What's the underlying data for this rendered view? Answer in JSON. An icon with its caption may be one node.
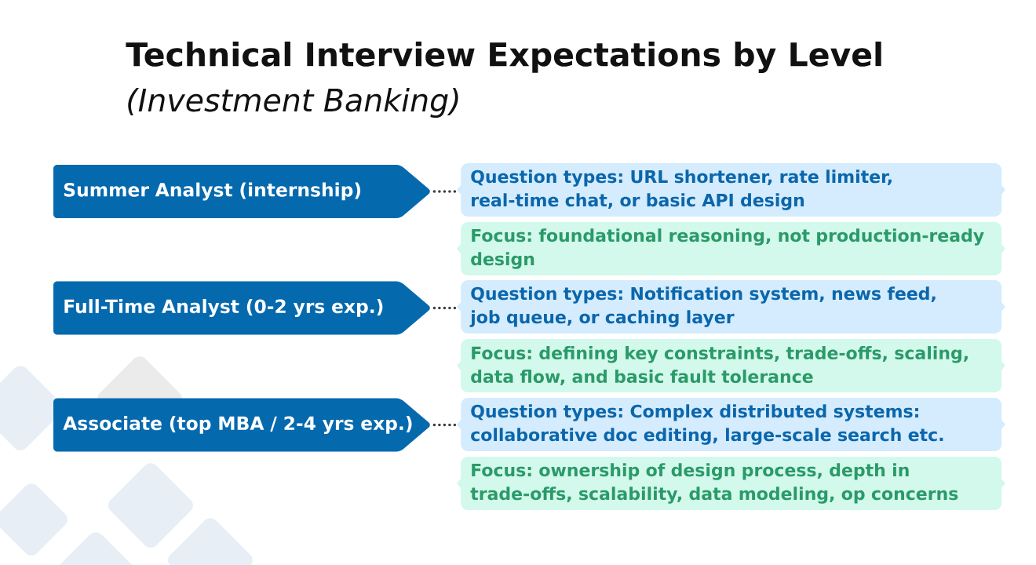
{
  "diagram": {
    "title": "Technical Interview Expectations by Level",
    "nodes": [
      {
        "text": [
          "Summer Analyst (internship)"
        ]
      },
      {
        "text": [
          "Question types: URL shortener, rate limiter, real-time chat, or basic API design"
        ]
      },
      {
        "text": [
          "Focus: foundational reasoning, not production-ready design"
        ]
      },
      {
        "text": [
          "Full-Time Analyst (0-2 yrs exp.)"
        ]
      },
      {
        "text": [
          "Question types: Notification system, news feed, job queue, or caching layer"
        ]
      },
      {
        "text": [
          "Focus: defining key constraints, trade-offs, scaling, data flow, and basic fault tolerance"
        ]
      },
      {
        "text": [
          "Associate (top MBA / 2-4 yrs exp.)"
        ]
      },
      {
        "text": [
          "Question types: Complex distributed systems: collaborative doc editing, large-scale search etc."
        ]
      },
      {
        "text": [
          "Focus: ownership of design process, depth in trade-offs, scalability, data modeling, op concerns"
        ]
      }
    ],
    "edges": [
      {
        "from": 0,
        "to": 1,
        "arrow": "none"
      },
      {
        "from": 3,
        "to": 4,
        "arrow": "none"
      },
      {
        "from": 6,
        "to": 7,
        "arrow": "none"
      }
    ],
    "labels": [
      "(Investment Banking)"
    ]
  }
}
